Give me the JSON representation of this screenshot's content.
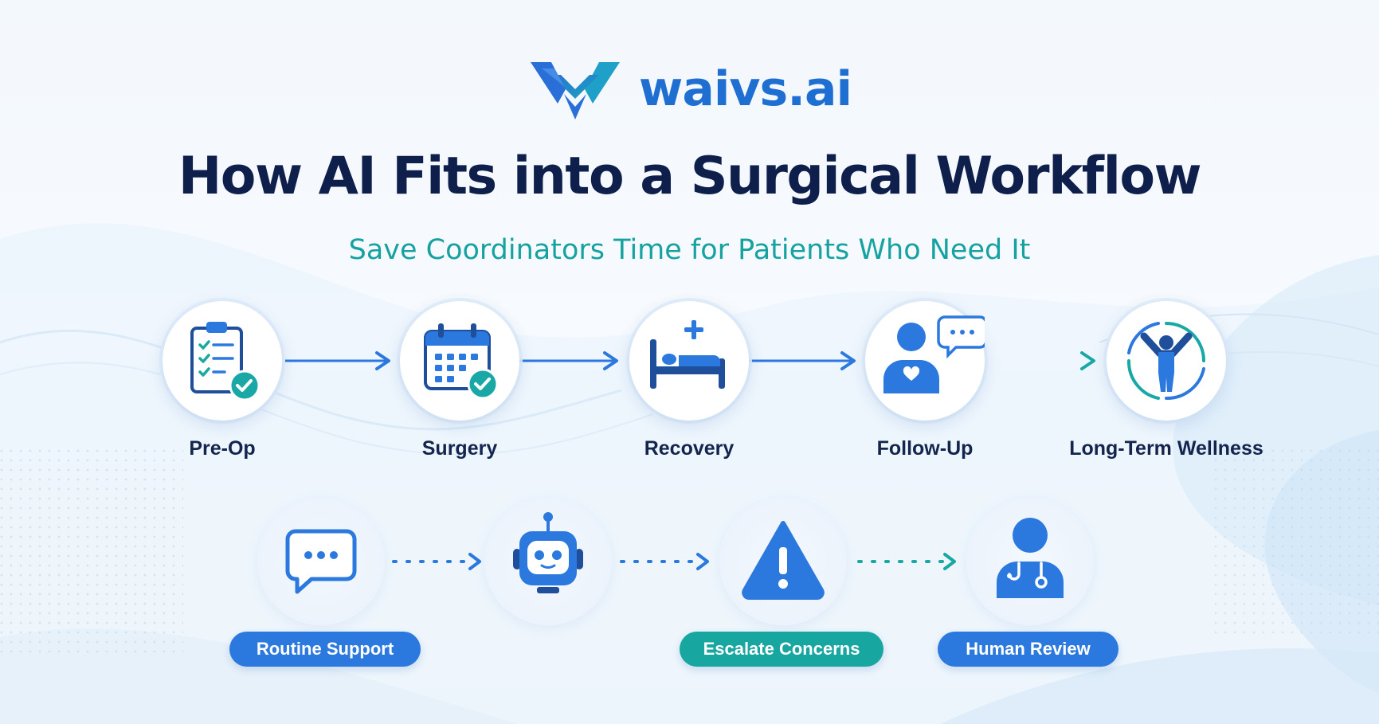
{
  "brand": {
    "name": "waivs.ai"
  },
  "header": {
    "title": "How AI Fits into a Surgical Workflow",
    "subtitle": "Save Coordinators Time for Patients Who Need It"
  },
  "stages": [
    {
      "label": "Pre-Op",
      "icon": "clipboard-check-icon"
    },
    {
      "label": "Surgery",
      "icon": "calendar-check-icon"
    },
    {
      "label": "Recovery",
      "icon": "hospital-bed-icon"
    },
    {
      "label": "Follow-Up",
      "icon": "patient-chat-icon"
    },
    {
      "label": "Long-Term Wellness",
      "icon": "wellness-person-icon"
    }
  ],
  "support_flow": [
    {
      "label": "Routine Support",
      "icon": "chat-bubble-icon"
    },
    {
      "label": "",
      "icon": "robot-icon"
    },
    {
      "label": "Escalate Concerns",
      "icon": "warning-triangle-icon"
    },
    {
      "label": "Human Review",
      "icon": "doctor-icon"
    }
  ],
  "colors": {
    "navy": "#0d1f4a",
    "blue": "#1f6fd3",
    "teal": "#17a2a2",
    "pill_blue": "#2b79de",
    "pill_teal": "#17a6a0"
  }
}
